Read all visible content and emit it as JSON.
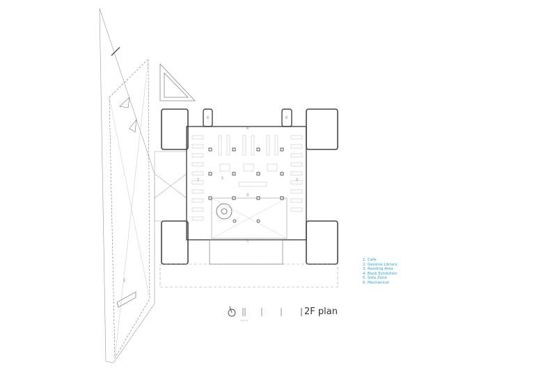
{
  "drawing": {
    "title": "2F plan",
    "legend": [
      "1. Cafe",
      "2. General Library",
      "3. Reading Area",
      "4. Book Exhibition",
      "5. Sofa Zone",
      "6. Mechanical"
    ],
    "plan_labels": [
      "6",
      "6",
      "4",
      "2",
      "2",
      "3",
      "3",
      "5",
      "1"
    ],
    "scale_note": "unit: m",
    "accent_color": "#2aa7d6"
  }
}
